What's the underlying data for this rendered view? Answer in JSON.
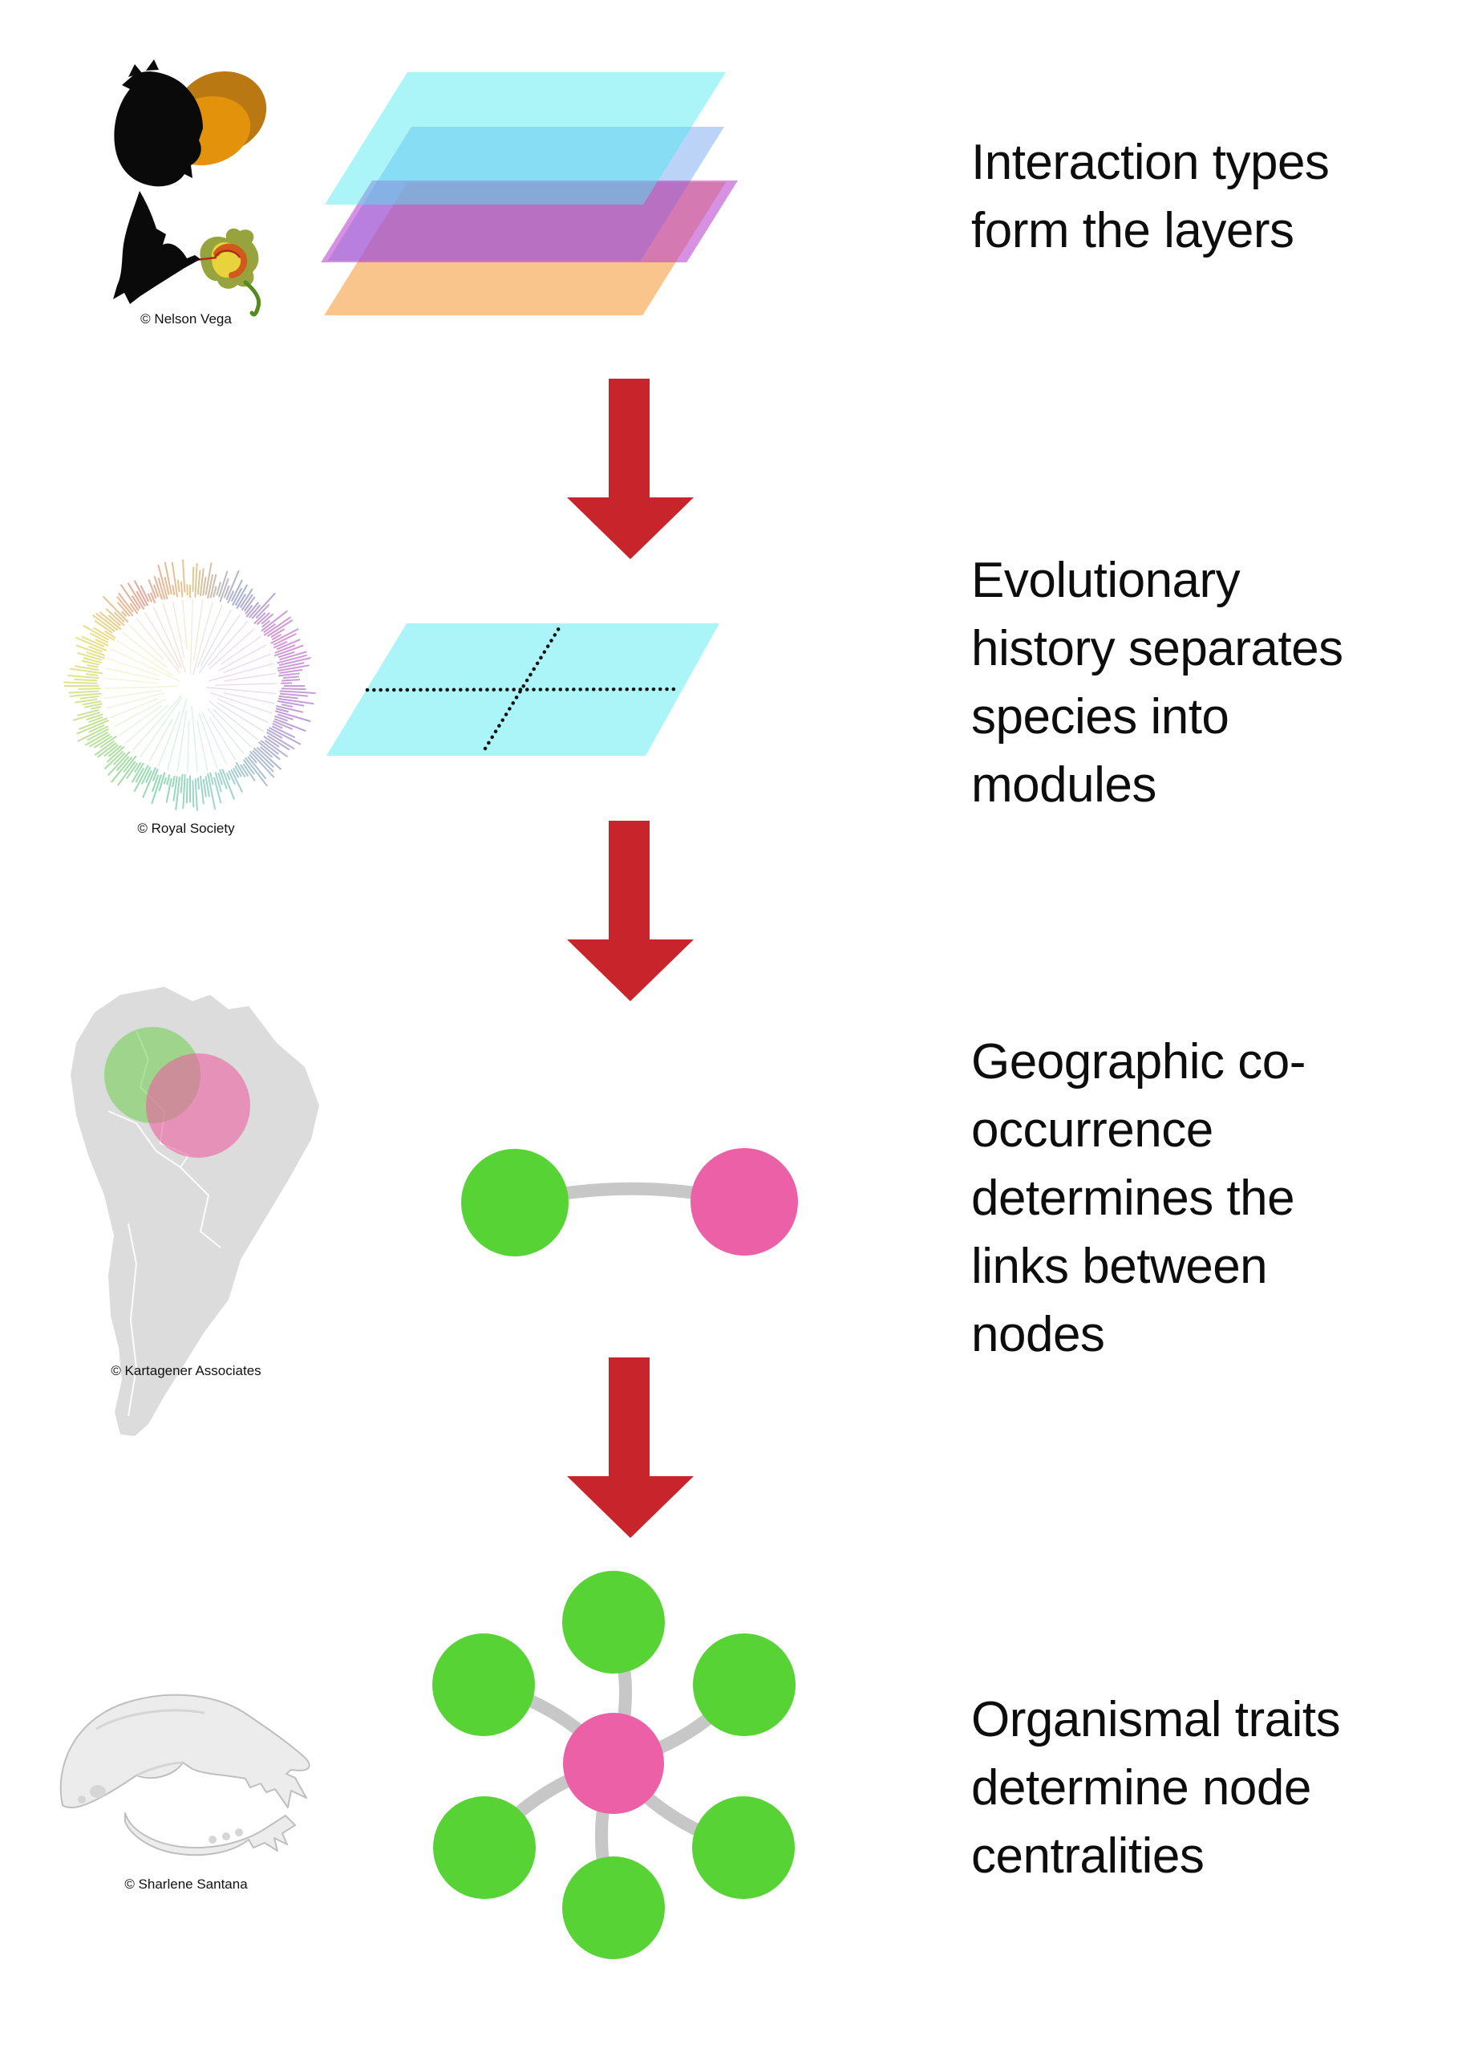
{
  "rows": [
    {
      "id": "interaction-layers",
      "caption": "Interaction types\nform the layers",
      "credit": "© Nelson Vega"
    },
    {
      "id": "evolutionary-modules",
      "caption": "Evolutionary\nhistory separates\nspecies into\nmodules",
      "credit": "© Royal Society"
    },
    {
      "id": "geographic-links",
      "caption": "Geographic co-\noccurrence\ndetermines the\nlinks between\nnodes",
      "credit": "© Kartagener Associates"
    },
    {
      "id": "trait-centralities",
      "caption": "Organismal traits\ndetermine node\ncentralities",
      "credit": "© Sharlene Santana"
    }
  ],
  "colors": {
    "arrow_red": "#c8242b",
    "node_green": "#58d335",
    "node_pink": "#ec60a7",
    "link_gray": "#c7c7c7",
    "map_gray": "#dcdcdc",
    "range_green": "rgba(110,205,75,0.55)",
    "range_pink": "rgba(235,95,160,0.6)",
    "layer_cyan": "rgba(80,232,240,0.48)",
    "layer_blue": "rgba(90,150,235,0.42)",
    "layer_purple": "rgba(185,65,205,0.58)",
    "layer_orange": "rgba(246,150,45,0.55)",
    "bat_black": "#0a0a0a",
    "fruit_dark_orange": "#b97811",
    "fruit_orange": "#e2930b",
    "flower_olive": "#97a33c",
    "flower_yellow": "#e9d33c",
    "flower_orange": "#d2591c",
    "flower_red": "#b02a20",
    "stem_green": "#578a1d",
    "skull_gray": "#ececec",
    "skull_outline": "#bfbfbf"
  },
  "phylogeny": {
    "palette": [
      "#e2c07c",
      "#98a3cf",
      "#cf86cf",
      "#b48ed2",
      "#8fd0c5",
      "#7fd4a8",
      "#a5dc8c",
      "#d8e07e",
      "#e8da72",
      "#e2998c",
      "#e2c07c"
    ],
    "positions": [
      0,
      0.08,
      0.16,
      0.3,
      0.45,
      0.55,
      0.65,
      0.75,
      0.83,
      0.92,
      1
    ]
  }
}
